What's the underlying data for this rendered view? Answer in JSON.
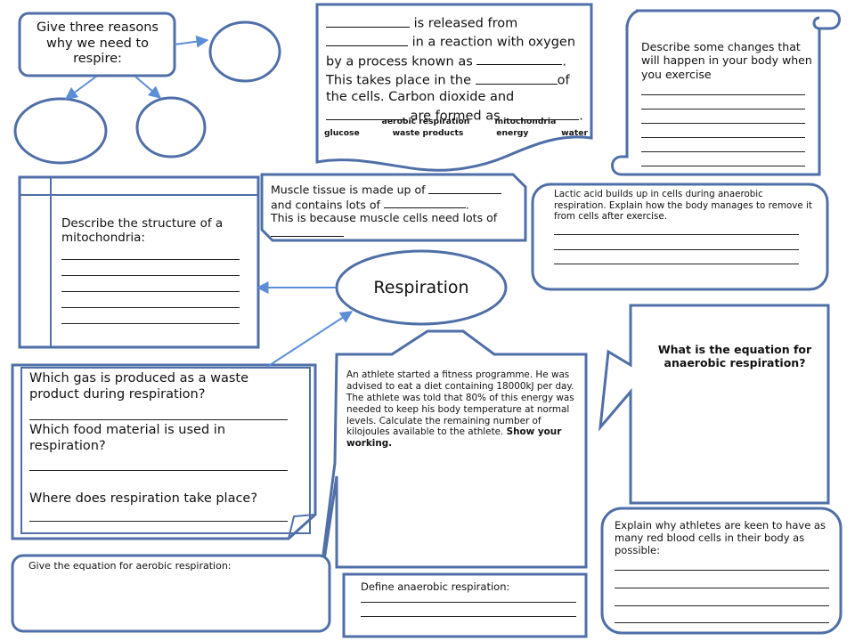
{
  "page": {
    "colors": {
      "stroke": "#4F6FA8",
      "accent": "#5B8ED6",
      "text": "#111111"
    }
  },
  "reasons": {
    "text": "Give three reasons why we need to respire:"
  },
  "cloze": {
    "line1": "is released from",
    "line2": "in a reaction with oxygen",
    "line3": "by a process known as",
    "line3_end": ".",
    "line4a": "This takes place in the",
    "line4b": "of",
    "line5": "the cells. Carbon dioxide and",
    "line6": "are formed as",
    "line6_end": ".",
    "words_row1": [
      "aerobic respiration",
      "mitochondria"
    ],
    "words_row2": [
      "glucose",
      "waste products",
      "energy",
      "water"
    ]
  },
  "exercise": {
    "question": "Describe some changes that will happen in your body when you exercise"
  },
  "mitochondria": {
    "question": "Describe the structure of a mitochondria:"
  },
  "muscle": {
    "line1": "Muscle tissue is made up of",
    "line2": "and contains lots of",
    "line2_end": ".",
    "line3": "This is because muscle cells need lots of"
  },
  "lactic": {
    "question": "Lactic acid builds up in cells during anaerobic respiration. Explain how the body manages to remove it from cells after exercise."
  },
  "center": {
    "title": "Respiration"
  },
  "anaerobic_equation": {
    "question": "What is the equation for anaerobic respiration?"
  },
  "gas": {
    "q1": "Which gas is produced as a waste product during respiration?",
    "q2": "Which food material is used in respiration?",
    "q3": "Where does respiration take place?"
  },
  "athlete": {
    "text": "An athlete started a fitness programme. He was advised to eat a diet containing 18000kJ per day. The athlete was told that 80% of this energy was needed to keep his body temperature at normal levels. Calculate the remaining number of kilojoules available to the athlete.",
    "bold": "Show your working."
  },
  "red_cells": {
    "question": "Explain why athletes are keen to have as many red blood cells in their body as possible:"
  },
  "aerobic_equation": {
    "question": "Give the equation for aerobic respiration:"
  },
  "define": {
    "question": "Define anaerobic respiration:"
  }
}
